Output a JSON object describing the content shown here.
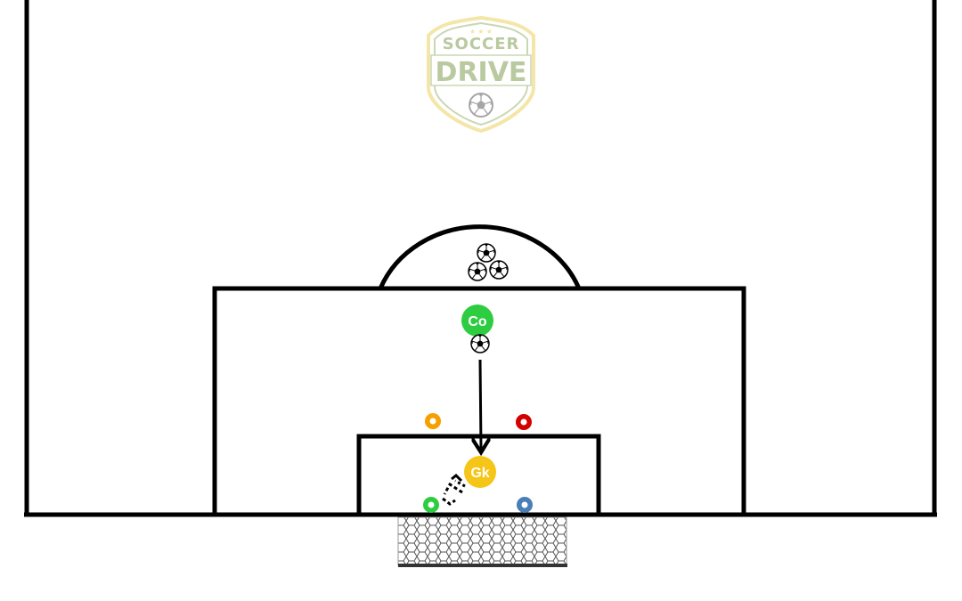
{
  "logo": {
    "top_text": "SOCCER",
    "main_text": "DRIVE",
    "colors": {
      "text": "#b9c9a0",
      "outline": "#f4e6a8",
      "fill": "#ffffff"
    }
  },
  "players": {
    "coach": {
      "label": "Co",
      "color": "#2ecc40"
    },
    "goalkeeper": {
      "label": "Gk",
      "color": "#f5c518"
    }
  },
  "cones": [
    {
      "name": "cone-orange",
      "color": "#f5a000"
    },
    {
      "name": "cone-red",
      "color": "#d40000"
    },
    {
      "name": "cone-green",
      "color": "#2ecc40"
    },
    {
      "name": "cone-blue",
      "color": "#4a7fb5"
    }
  ],
  "colors": {
    "lines": "#000000",
    "pitch": "#ffffff",
    "net": "#555555"
  },
  "icons": [
    "soccer-ball-icon",
    "pass-arrow-icon",
    "dribble-arrow-icon",
    "goal-net-icon"
  ]
}
